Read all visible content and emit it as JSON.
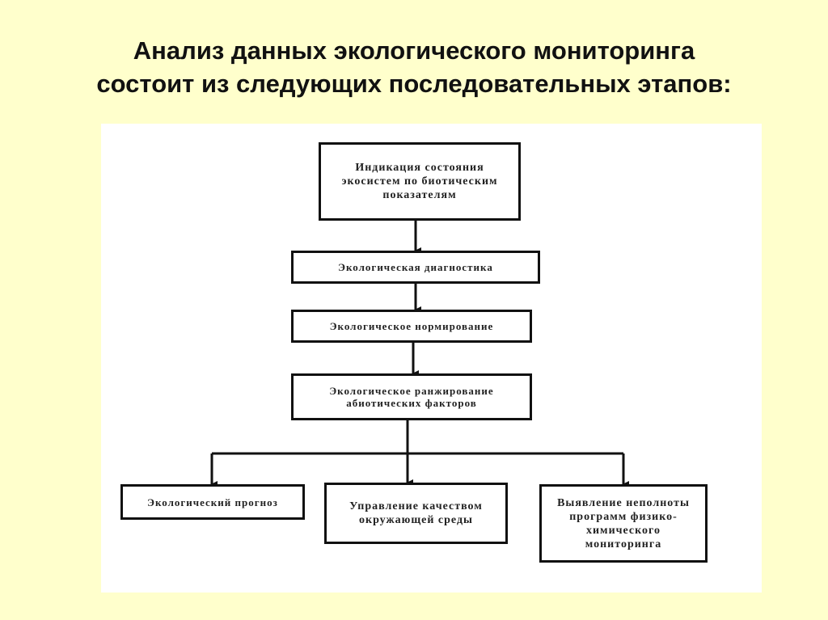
{
  "slide": {
    "title_line1": "Анализ данных экологического мониторинга",
    "title_line2": "состоит из следующих последовательных этапов:"
  },
  "diagram": {
    "nodes": {
      "indication": "Индикация состояния экосистем по биотическим показателям",
      "diagnostics": "Экологическая диагностика",
      "normalization": "Экологическое нормирование",
      "ranking": "Экологическое ранжирование абиотических факторов",
      "forecast": "Экологический прогноз",
      "quality_management": "Управление качеством окружающей среды",
      "incompleteness": "Выявление неполноты программ физико-химического мониторинга"
    },
    "colors": {
      "background": "#FFFFCC",
      "panel": "#FFFFFF",
      "stroke": "#111111"
    }
  }
}
